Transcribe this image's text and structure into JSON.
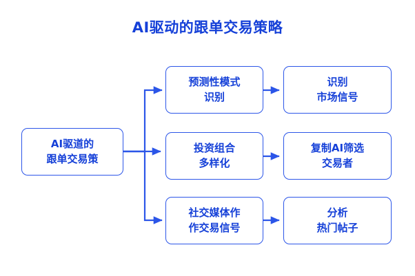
{
  "title": "AI驱动的跟单交易策略",
  "colors": {
    "accent": "#1540d8",
    "border": "#2b55e8",
    "background": "#ffffff"
  },
  "nodes": {
    "root": "AI驱道的\n跟单交易策",
    "mid1": "预测性模式\n识别",
    "mid2": "投资组合\n多样化",
    "mid3": "社交媒体作\n作交易信号",
    "right1": "识别\n市场信号",
    "right2": "复制AI筛选\n交易者",
    "right3": "分析\n热门帖子"
  }
}
